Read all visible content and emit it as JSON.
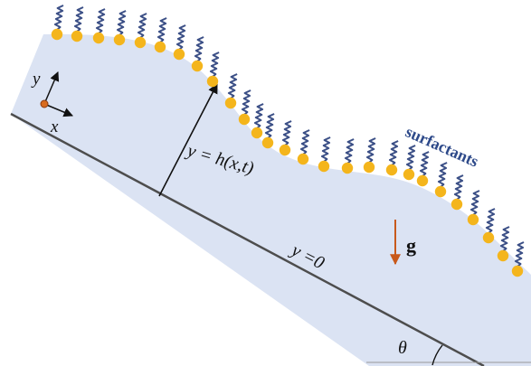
{
  "labels": {
    "y_axis": "y",
    "x_axis": "x",
    "height_label": "y = h(x,t)",
    "base_label": "y =0",
    "gravity_label": "g",
    "angle_label": "θ",
    "surfactant_label": "surfactants"
  },
  "colors": {
    "film": "#dbe3f3",
    "substrate": "#4d4d4d",
    "surfactant_head": "#f4b51c",
    "surfactant_tail": "#3b4f86",
    "surfactant_label": "#2e4a8a",
    "gravity_arrow": "#c8591b",
    "origin_dot": "#d86b1f",
    "text": "#111111"
  },
  "icons": {
    "surfactant": "surfactant-molecule-icon",
    "gravity": "down-arrow-icon",
    "axes": "coordinate-axes-icon"
  }
}
